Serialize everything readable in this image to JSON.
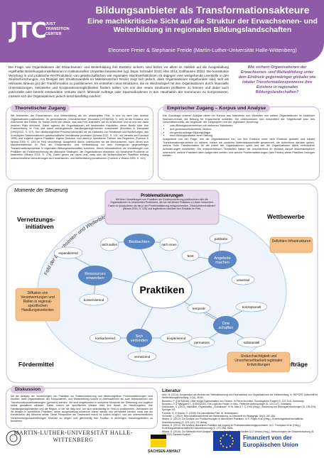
{
  "header": {
    "logo_letters": "JTC",
    "logo_sub": [
      "JUST",
      "TRANSITION",
      "CENTER"
    ],
    "title": "Bildungsanbieter als Transformationsakteure",
    "subtitle": "Eine machtkritische Sicht auf die Struktur der Erwachsenen- und Weiterbildung in regionalen Bildungslandschaften",
    "authors": "Eleonore Freier & Stephanie Freide (Martin-Luther-Universität Halle-Wittenberg)"
  },
  "intro": "Die Frage, wie Organisationen der Erwachsenen- und Weiterbildung ihre Existenz sichern, wird bisher vor allem im Hinblick auf die Ausgestaltung regelhafter Beziehungskonstellationen in institutionellen Umwelten beantwortet (vgl. bspw. Schrader 2010; Alke 2014; Dollhausen 2022). Die konstitutive Verortung in und praktische Re-/Produktion von gesellschaftlichen wie regionalen Machtverhältnissen ist dagegen eine weitgehende Leerstelle in den Strukturforschungen. Am Beispiel des Strukturwandels im Mitteldeutschen Revier zeigt sich jedoch, dass Organisationen eingebunden sind, sich als relevante Akteure (in) der Transformation zu positionieren. Es entstehen neue Strukturen, die im Wechselspiel mit den Organisationen durch finanzielle Unterstützungen, Netzwerke und Kooperationsmöglichkeiten fördern sollen. Um von den neuen Strukturen profitieren zu können und dabei auch potenzielle oder bereits entstandene Verluste durch fehlende Aufträge oder Sparmaßnahmen in den Haushalten der Kommunen zu kompensieren, müssen sich die Organisationen jedoch anschlussfähig machen.",
  "question": "Wie sichern Organisationen der Erwachsenen- und Weiterbildung unter dem Eindruck gegenwärtiger globaler wie lokaler Transformationsprozesse ihre Existenz in regionalen Bildungslandschaften?",
  "theory": {
    "title": "Theoretischer Zugang",
    "text": "Wir betrachten die Erwachsenen- und Weiterbildung als ein umkämpftes Feld, in und zu dem sich diverse Organisationen positionieren. Ihr gemeinsames „Grundinteresse“ (Bourdieu [1976]2018, S. 106) ist die Existenz und Autonomie des Feldes. Ihr Kampf dreht sich darum, was das Feld ausmacht, wie es funktioniert und ob und wer dafür welchen Platz einnimmt. Dabei agieren die Organisationen mit bestimmten Kapitalien, deren Besitz über ihre Positionierung im Feld und damit einhergehende Handlungsmöglichkeiten entscheidet (Bourdieu & Wacquant [1992]2022, S. 127). Den diesbezüglichen Prozess betrachten wir als Zielbezirk von Relationen und Beziehungen, das in multiplen Determinationen gesellschaftliche Verhältnisse produziert (Wrana 2012, S. 102, mit Verweis auf Foucault 1995) und zugleich eigene Praktiken, eigene Diskurse, und damit je spezifische Formen des Regierens (Forneck & Wrana 2005, S. 139) im Feld hervorbringt. Ausgehend davon untersuchen wir die Mechanismen, nach denen sich Machtverhältnisse im Feld der Erwachsenen- und Weiterbildung vor dem Hintergrund gegenwärtiger Transformationsprozesse in regionalen Bildungslandschaften formieren. Hierzu rekonstruieren wir Vorstellungen von Praktiken der Existenzsicherung als diskursive Strategien, die Organisationen einsetzen, um bestimmte Probleme zu bearbeiten (Wrana 2014, S. 176). Dabei gehen wir davon aus, dass sich die feldspezifischen Praktiken entlang unterschiedlicher Anforderungen an Erwachsenen- und Weiterbildung konstituieren (Forneck & Wrana 2005, S. 141)."
  },
  "empirical": {
    "title": "Empirischer Zugang – Korpus und Analyse",
    "text_intro": "Die Grundlage unserer Analyse bildet ein Korpus aus Interviews und Websites von sieben Organisationen im südlichen Sachsen-Anhalt, die Bildung für Erwachsene anbieten. Sie unterscheiden sich hinsichtlich der Trägerschaft bzw. des Geschäftsmodells, der Angebote, der Zielgruppen und der regionalen Verortung:",
    "bullets": [
      "zwei Bildungsunternehmen mit mehreren Standorten",
      "drei gemeinwohlorientierte Vereine",
      "ein gemeinnütziger Bildungsträger",
      "eine Bildungsinitiative einer Stiftung"
    ],
    "text_outro": "Ausgehend von der Frage, wie die Organisationen tun, um ihre Existenz unter dem Eindruck globaler und lokaler Transformationsprozesse zu sichern, haben wir zunächst Materialausschnitte gesammelt, die Aufschluss darüber geben, welche Rolle Transformation für die Arbeit der Organisationen spielt und wie die Organisationen damit verbundene Anforderungen bearbeiten. Die entsprechenden Textstellen haben wir anschließend im Hinblick darauf diskursanalytisch untersucht, welche Praktiken darin aufgerufen werden und welche Problematisierungen (des Feldes) diese Praktiken bezogen werden."
  },
  "diagram": {
    "moments_label": "Momente der Steuerung",
    "feld_label": "Feld der Erwachsenen- und Weiterbildung",
    "corners": {
      "tl": "Vernetzungs-initiativen",
      "tr": "Wettbewerbe",
      "bl": "Fördermittel",
      "br": "Aufträge"
    },
    "problem": {
      "title": "Problematisierungen",
      "text": "Mit ihren Vorstellungen von Praktiken der Existenzsicherung positionieren sich die Organisationen zu bestimmten Problemen, die sie mit diesen Praktiken zu lösen versuchen. Dabei re-/produzieren sie die je der Problematisierung entsprechenden „Strukturinterventionen“ (Wrana 2015, S. 128) und legitimieren hierüber ihre Einsätze im Feld."
    },
    "center": "Praktiken",
    "clusters": {
      "top": "Beobachten",
      "top_left_sub": "nach außen",
      "top_right_sub": "nach innen",
      "left": "Ressourcen einwerben",
      "left_top_sub": "expandierend",
      "left_bottom_sub": "konservierend",
      "right_top": "Angebote machen",
      "right_top_a": "partikular",
      "right_top_b": "breit",
      "right_top_c": "universal",
      "right_bottom": "Orte schaffen",
      "right_bottom_a": "temporär",
      "right_bottom_b": "konzeptionell",
      "right_bottom_c": "permanent",
      "right_bottom_d": "substantiell",
      "bottom": "Sich verbinden",
      "bottom_a": "konkurrierend",
      "bottom_b": "kooperierend",
      "bottom_c": "vernetzend"
    },
    "side_boxes": {
      "left": "Diffusion von Verantwortungen und Rollen in regional-spezifischen Handlungskontexten",
      "right_top": "Defizitäre Infrastrukturen",
      "right_bottom": "Undurchsichtigkeit und Unvorhersehbarkeit regionaler Entwicklungen"
    }
  },
  "discussion": {
    "title": "Diskussion",
    "text": "Mit der Analyse der Vorstellungen von Praktiken zur Existenzsicherung und diesbezüglichen Problematisierungen wird deutlich, dass Organisationen der Erwachsenen- und Weiterbildung sowohl zu Adressatinnen als auch Adressatinnen von Transformationsanforderungen (gemacht) werden. Sie sind eingebunden in komplexe Momente der Steuerung und zugleich selbst gestaltend wirksam. Dabei nutzen sie spezifisches Wissen über ihre Arbeit, ihr Handlungsfeld, ihre Handlungsmöglichkeiten und die Region, in der sie tätig sind. Um sich wirkmächtig im Feld zu positionieren, überlassen sie ihr Wissen in spezifische Praktiken, deren Ausgestaltung wiederum immer wieder neu verhandelt werden muss wie die Konstruktion des Wissens selbst. Diese Perspektive der Gewissheit macht es zudem möglich, sich der unterschiedlichen Verantwortungszuschreibungen bewusst zu zeigen und gleichzeitig ihre Position in bisherigen Handlungsfeldern zu bewahren."
  },
  "literature": {
    "title": "Literatur",
    "entries": [
      "Alke, M. (2014). Kooperation als Medium der Selbststeuerung und Reproduktion von Organisationen der Weiterbildung. In: REPORT Zeitschrift für Weiterbildungsforschung, 37(4), 49-60.",
      "Bourdieu, P. ([1976]2018). Über einige Eigenschaften von Feldern. In Pierre Bourdieu: Soziologische Fragen (S. 107-114). Suhrkamp.",
      "Bourdieu, P. & Wacquant, L. ([1992]2022). Die Logik der Felder. In dies., Reflexive Anthropologie (S. 124-147). Suhrkamp.",
      "Dollhausen, K. (2022). Institution, Organisation, „Sozialraum“. In W. Alke & T. C. Feld (Hrsg.), Steuerung von Bildungseinrichtungen (S. 199-224). Springer VS.",
      "Forneck, H. & Wrana, D. (2005). Ein parzelliertes Feld. W. Bertelsmann.",
      "Schrader, J. (2010). Reproduktionskontexte der Weiterbildung. In Zeitschrift für Pädagogik, 56(2), 267-284.",
      "Wrana, D. (2012). Zur Analyse von Positionierungen in diskursiven Praktiken. In S. Füglis et al. (Hrsg.), Erziehungswissenschaftliche Diskursforschung (S. 123-142). VS Verlag.",
      "Wrana, D. (2014). Die Analyse diskursiver Praktiken als Zugang zu Professionalisierungsprozessen. In C. Thompson et al. (Hrsg.), Erziehungswissenschaftliche Diskursforschung (S. 170-198). Beltz.",
      "Wrana, D. (2015). Zur Methodik einer Analyse diskursiver Praktiken. In F. Schäfer & D. Wrana (Hrsg.), Methodologien der Diskursforschung (S. 121-143). Barbara Budrich."
    ]
  },
  "footer": {
    "university": "MARTIN-LUTHER-UNIVERSITÄT HALLE-WITTENBERG",
    "sachsen": "SACHSEN-ANHALT",
    "eu_line1": "Finanziert von der",
    "eu_line2": "Europäischen Union"
  },
  "colors": {
    "purple": "#8f5aa8",
    "light_purple": "#d9c9e2",
    "blue": "#5b86c4",
    "orange": "#f2a65a",
    "light_blue": "#c8dbf0"
  }
}
